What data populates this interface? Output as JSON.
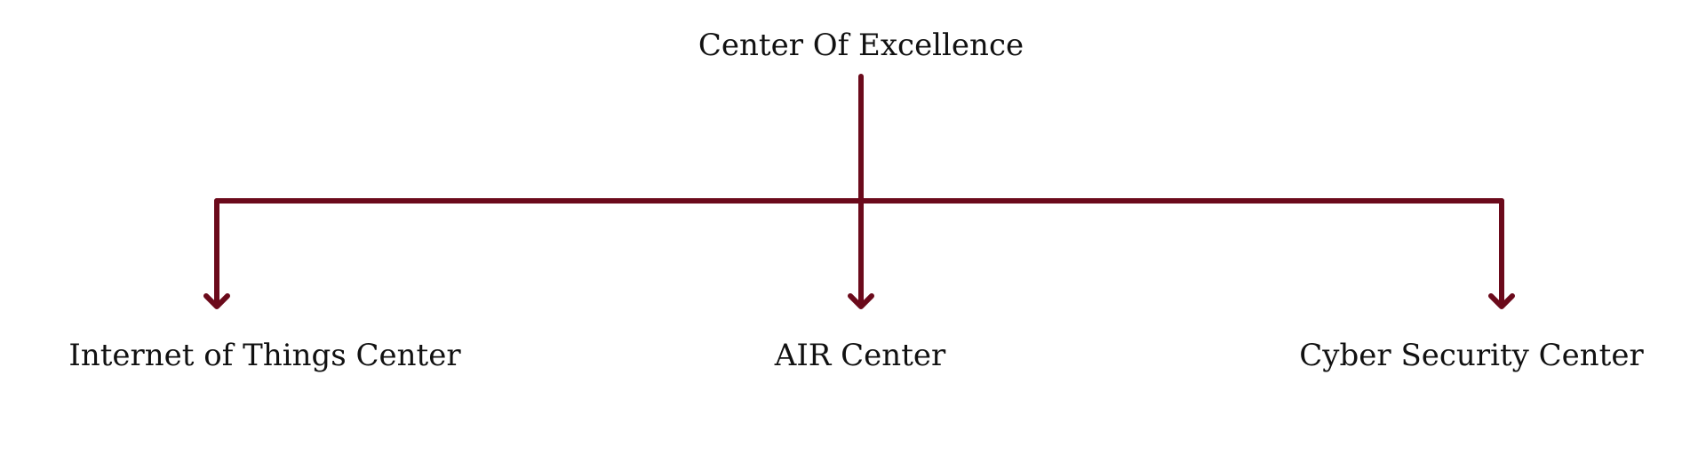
{
  "diagram": {
    "root": {
      "label": "Center Of Excellence"
    },
    "children": [
      {
        "label": "Internet of Things Center"
      },
      {
        "label": "AIR Center"
      },
      {
        "label": "Cyber Security Center"
      }
    ],
    "connector_color": "#6B0A1B"
  }
}
